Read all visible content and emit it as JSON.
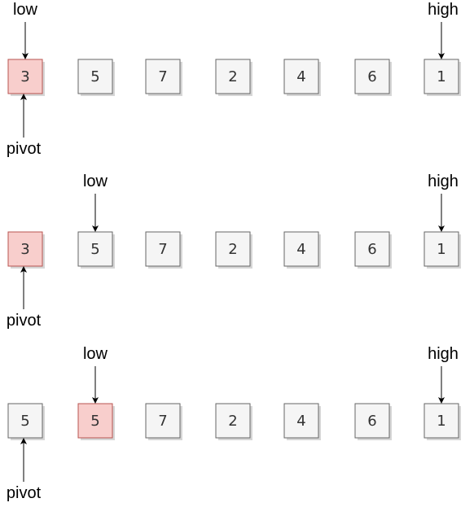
{
  "rows": [
    {
      "cells": [
        "3",
        "5",
        "7",
        "2",
        "4",
        "6",
        "1"
      ],
      "highlight_index": 0,
      "low_label": "low",
      "low_index": 0,
      "high_label": "high",
      "high_index": 6,
      "pivot_label": "pivot",
      "pivot_index": 0
    },
    {
      "cells": [
        "3",
        "5",
        "7",
        "2",
        "4",
        "6",
        "1"
      ],
      "highlight_index": 0,
      "low_label": "low",
      "low_index": 1,
      "high_label": "high",
      "high_index": 6,
      "pivot_label": "pivot",
      "pivot_index": 0
    },
    {
      "cells": [
        "5",
        "5",
        "7",
        "2",
        "4",
        "6",
        "1"
      ],
      "highlight_index": 1,
      "low_label": "low",
      "low_index": 1,
      "high_label": "high",
      "high_index": 6,
      "pivot_label": "pivot",
      "pivot_index": 0
    }
  ],
  "colors": {
    "cell_fill": "#f5f5f5",
    "cell_stroke": "#666666",
    "highlight_fill": "#f8cecc",
    "highlight_stroke": "#b85450",
    "arrow": "#000000"
  }
}
